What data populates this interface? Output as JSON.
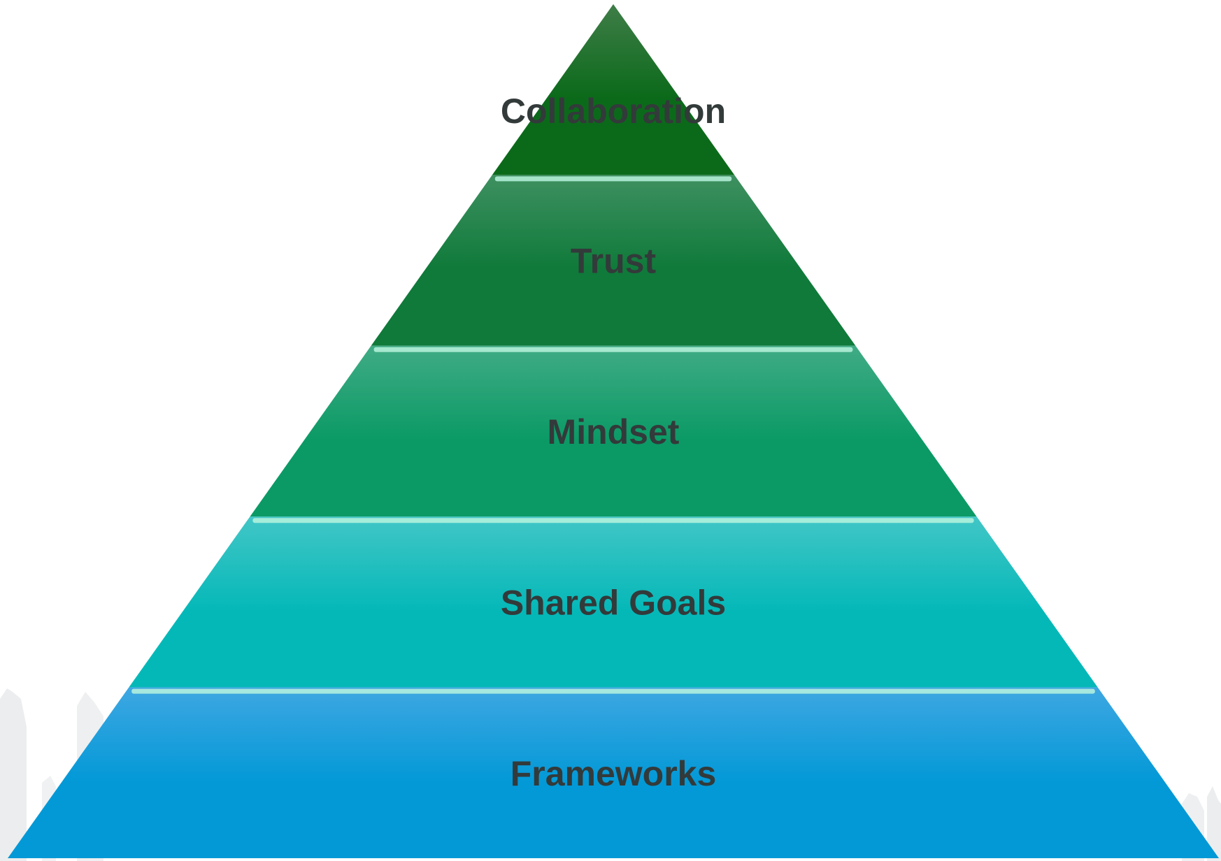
{
  "diagram": {
    "type": "pyramid",
    "tiers": [
      {
        "label": "Collaboration",
        "color_top": "#3f7d48",
        "color_bottom": "#0b6a1a"
      },
      {
        "label": "Trust",
        "color_top": "#3e9060",
        "color_bottom": "#0f7a3a"
      },
      {
        "label": "Mindset",
        "color_top": "#40ab85",
        "color_bottom": "#0b9a66"
      },
      {
        "label": "Shared Goals",
        "color_top": "#42c6c6",
        "color_bottom": "#05b8b8"
      },
      {
        "label": "Frameworks",
        "color_top": "#3ea7e2",
        "color_bottom": "#0399d7"
      }
    ],
    "separator_color": "#b9f3dd",
    "background_city_icon": "city-skyline-icon"
  }
}
